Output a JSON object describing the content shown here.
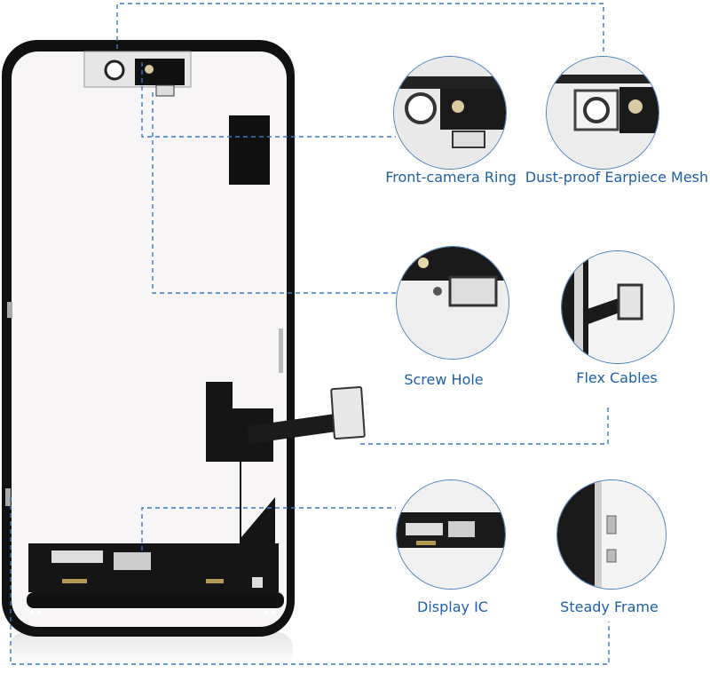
{
  "callouts": {
    "front_camera_ring": "Front-camera Ring",
    "dust_proof_mesh": "Dust-proof Earpiece Mesh",
    "screw_hole": "Screw Hole",
    "flex_cables": "Flex Cables",
    "display_ic": "Display IC",
    "steady_frame": "Steady Frame"
  },
  "colors": {
    "callout_text": "#1f5fa8",
    "guide_line": "#3a78c9",
    "frame": "#111111",
    "panel": "#f7f5f5"
  }
}
